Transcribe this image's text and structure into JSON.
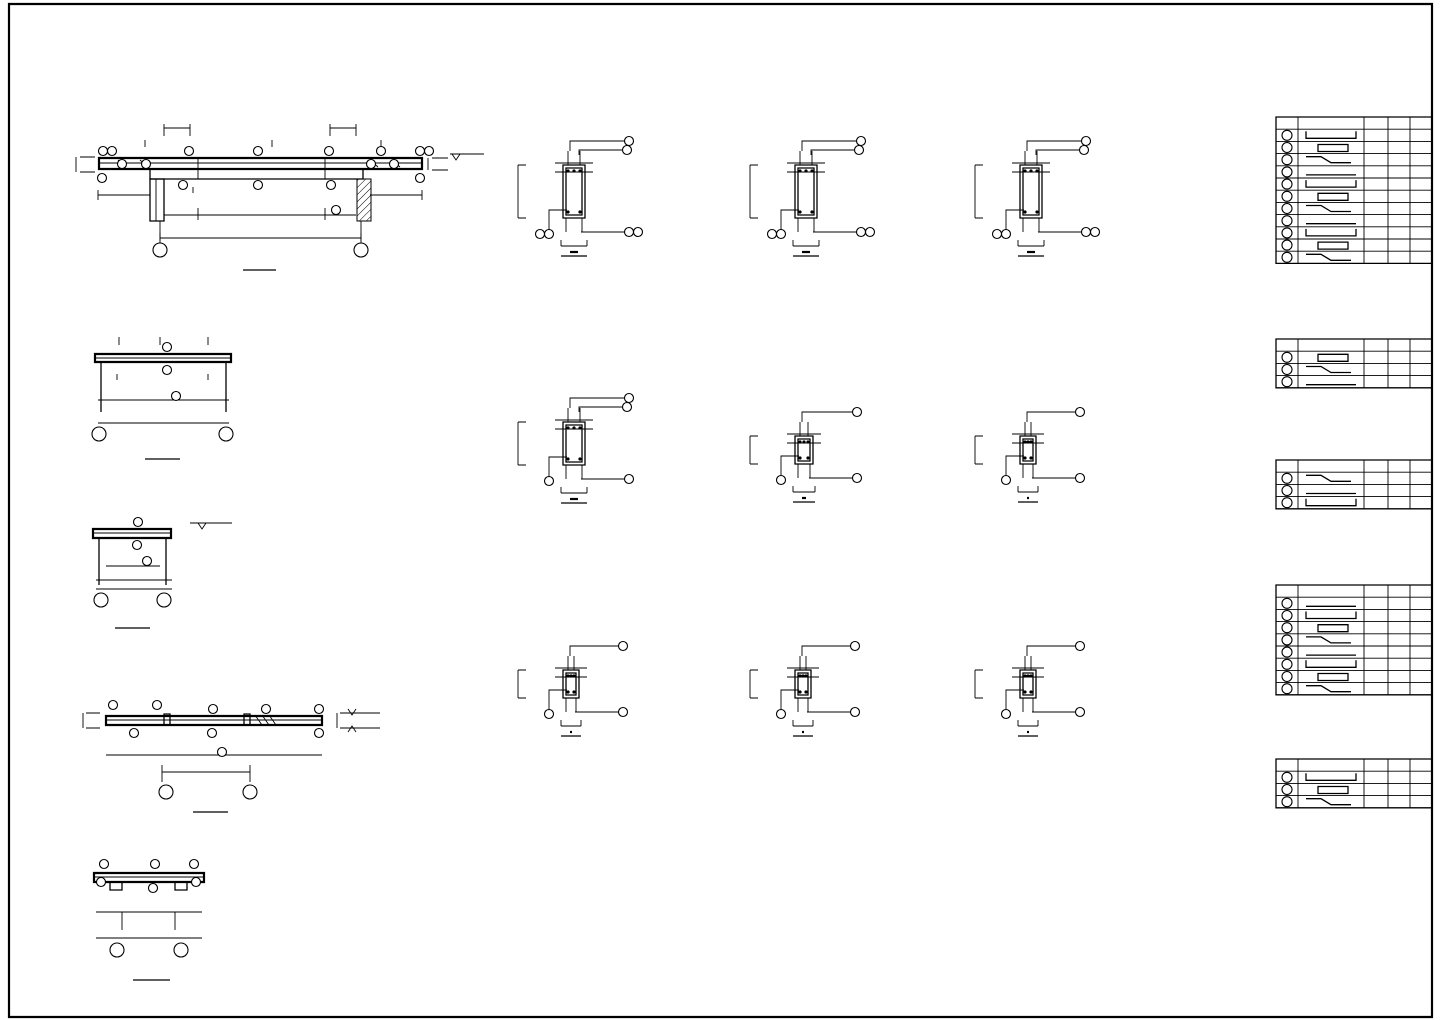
{
  "drawing": {
    "title": "",
    "frame_color": "#000000",
    "paper_color": "#ffffff",
    "line_color": "#000000"
  },
  "beam_elevations": [
    {
      "name": "elevation-1",
      "bubble_count": 18,
      "axis_count": 2
    },
    {
      "name": "elevation-2",
      "bubble_count": 3,
      "axis_count": 2
    },
    {
      "name": "elevation-3",
      "bubble_count": 3,
      "axis_count": 2
    },
    {
      "name": "elevation-4",
      "bubble_count": 9,
      "axis_count": 2
    },
    {
      "name": "elevation-5",
      "bubble_count": 6,
      "axis_count": 2
    }
  ],
  "sections": {
    "count": 9,
    "label_text": ""
  },
  "schedules": [
    {
      "name": "rebar-schedule-1",
      "rows": 12,
      "columns": 6
    },
    {
      "name": "rebar-schedule-2",
      "rows": 4,
      "columns": 6
    },
    {
      "name": "rebar-schedule-3",
      "rows": 4,
      "columns": 6
    },
    {
      "name": "rebar-schedule-4",
      "rows": 9,
      "columns": 6
    },
    {
      "name": "rebar-schedule-5",
      "rows": 4,
      "columns": 6
    }
  ]
}
